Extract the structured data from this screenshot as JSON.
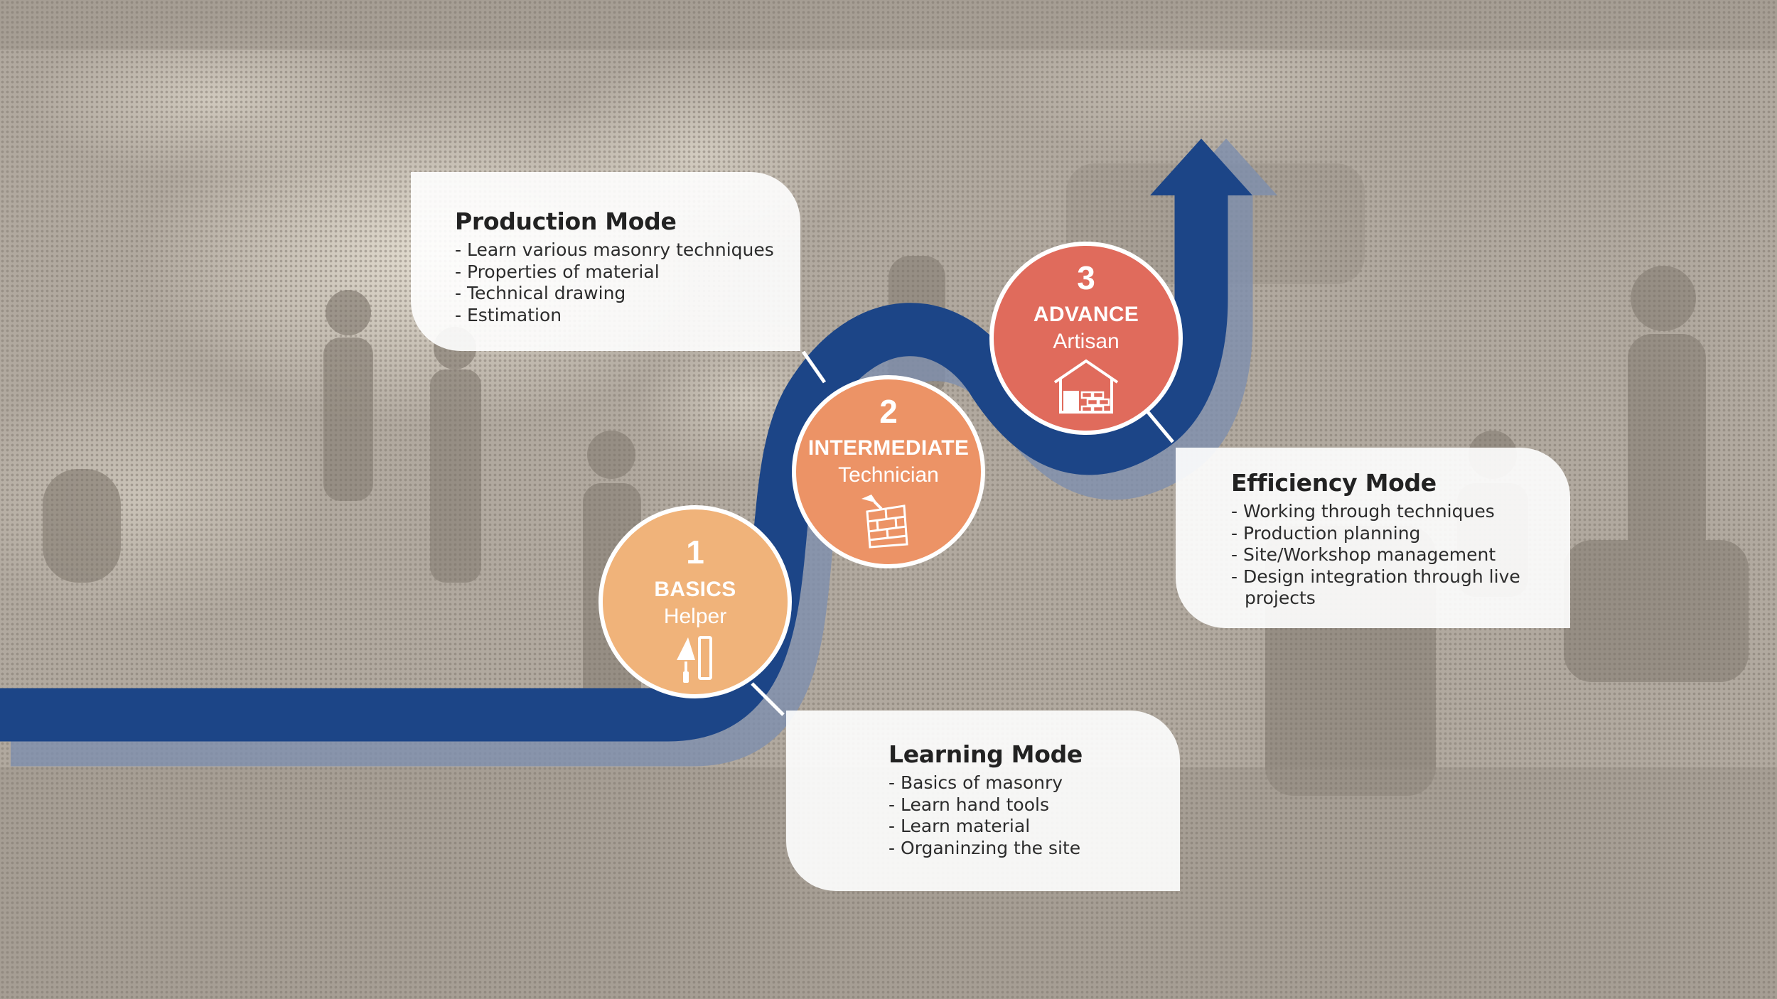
{
  "colors": {
    "path": "#1c4587",
    "path_shadow": "#7e8fae",
    "basics": "#f0b37a",
    "intermediate": "#ec9366",
    "advance": "#e06b5c",
    "background": "#b3aba1"
  },
  "stages": [
    {
      "number": "1",
      "level": "BASICS",
      "role": "Helper",
      "icon": "trowel-and-brick-icon"
    },
    {
      "number": "2",
      "level": "INTERMEDIATE",
      "role": "Technician",
      "icon": "brick-wall-trowel-icon"
    },
    {
      "number": "3",
      "level": "ADVANCE",
      "role": "Artisan",
      "icon": "brick-house-icon"
    }
  ],
  "modes": {
    "production": {
      "title": "Production Mode",
      "items": [
        "Learn various masonry techniques",
        "Properties of material",
        "Technical drawing",
        "Estimation"
      ]
    },
    "efficiency": {
      "title": "Efficiency Mode",
      "items": [
        "Working through techniques",
        "Production planning",
        "Site/Workshop management",
        "Design integration through live projects"
      ]
    },
    "learning": {
      "title": "Learning Mode",
      "items": [
        "Basics of masonry",
        "Learn hand tools",
        "Learn material",
        "Organinzing the site"
      ]
    }
  }
}
